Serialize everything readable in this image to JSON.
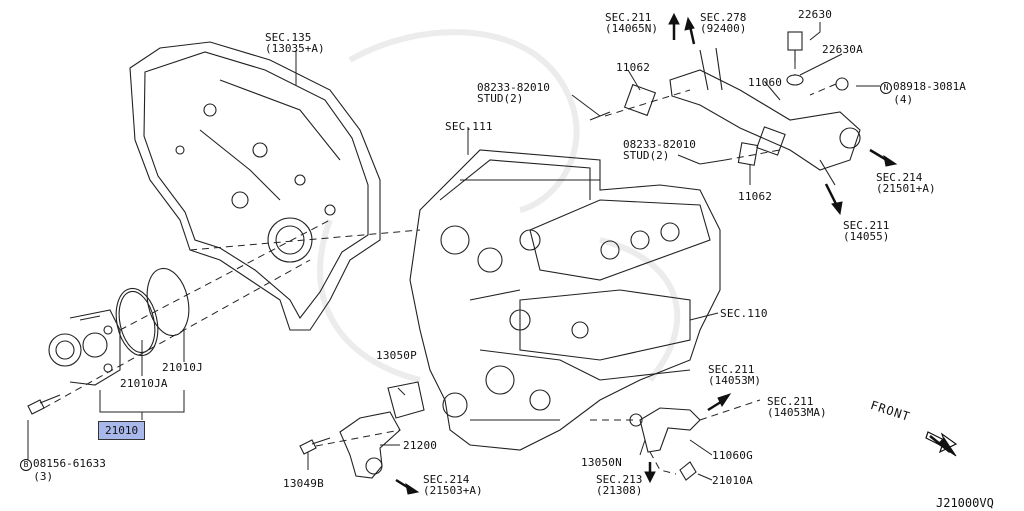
{
  "diagram": {
    "code": "J21000VQ",
    "front": "FRONT",
    "highlight": "21010",
    "labels": {
      "sec135": [
        "SEC.135",
        "(13035+A)"
      ],
      "sec211_top": [
        "SEC.211",
        "(14065N)"
      ],
      "sec278": [
        "SEC.278",
        "(92400)"
      ],
      "p22630": "22630",
      "p22630a": "22630A",
      "p08233_1": [
        "08233-82010",
        "STUD(2)"
      ],
      "p11062_top": "11062",
      "p11060": "11060",
      "p08918": [
        "08918-3081A",
        "(4)"
      ],
      "p08918_prefix": "N",
      "sec111": "SEC.111",
      "p08233_2": [
        "08233-82010",
        "STUD(2)"
      ],
      "sec214_r": [
        "SEC.214",
        "(21501+A)"
      ],
      "p11062_mid": "11062",
      "sec211_r": [
        "SEC.211",
        "(14055)"
      ],
      "sec110": "SEC.110",
      "p13050p": "13050P",
      "p21010j": "21010J",
      "p21010ja": "21010JA",
      "sec211_m": [
        "SEC.211",
        "(14053M)"
      ],
      "sec211_ma": [
        "SEC.211",
        "(14053MA)"
      ],
      "p21200": "21200",
      "p13049b": "13049B",
      "sec214_b": [
        "SEC.214",
        "(21503+A)"
      ],
      "p13050n": "13050N",
      "p11060g": "11060G",
      "sec213": [
        "SEC.213",
        "(21308)"
      ],
      "p21010a": "21010A",
      "p08156": [
        "08156-61633",
        "(3)"
      ],
      "p08156_prefix": "B"
    }
  }
}
